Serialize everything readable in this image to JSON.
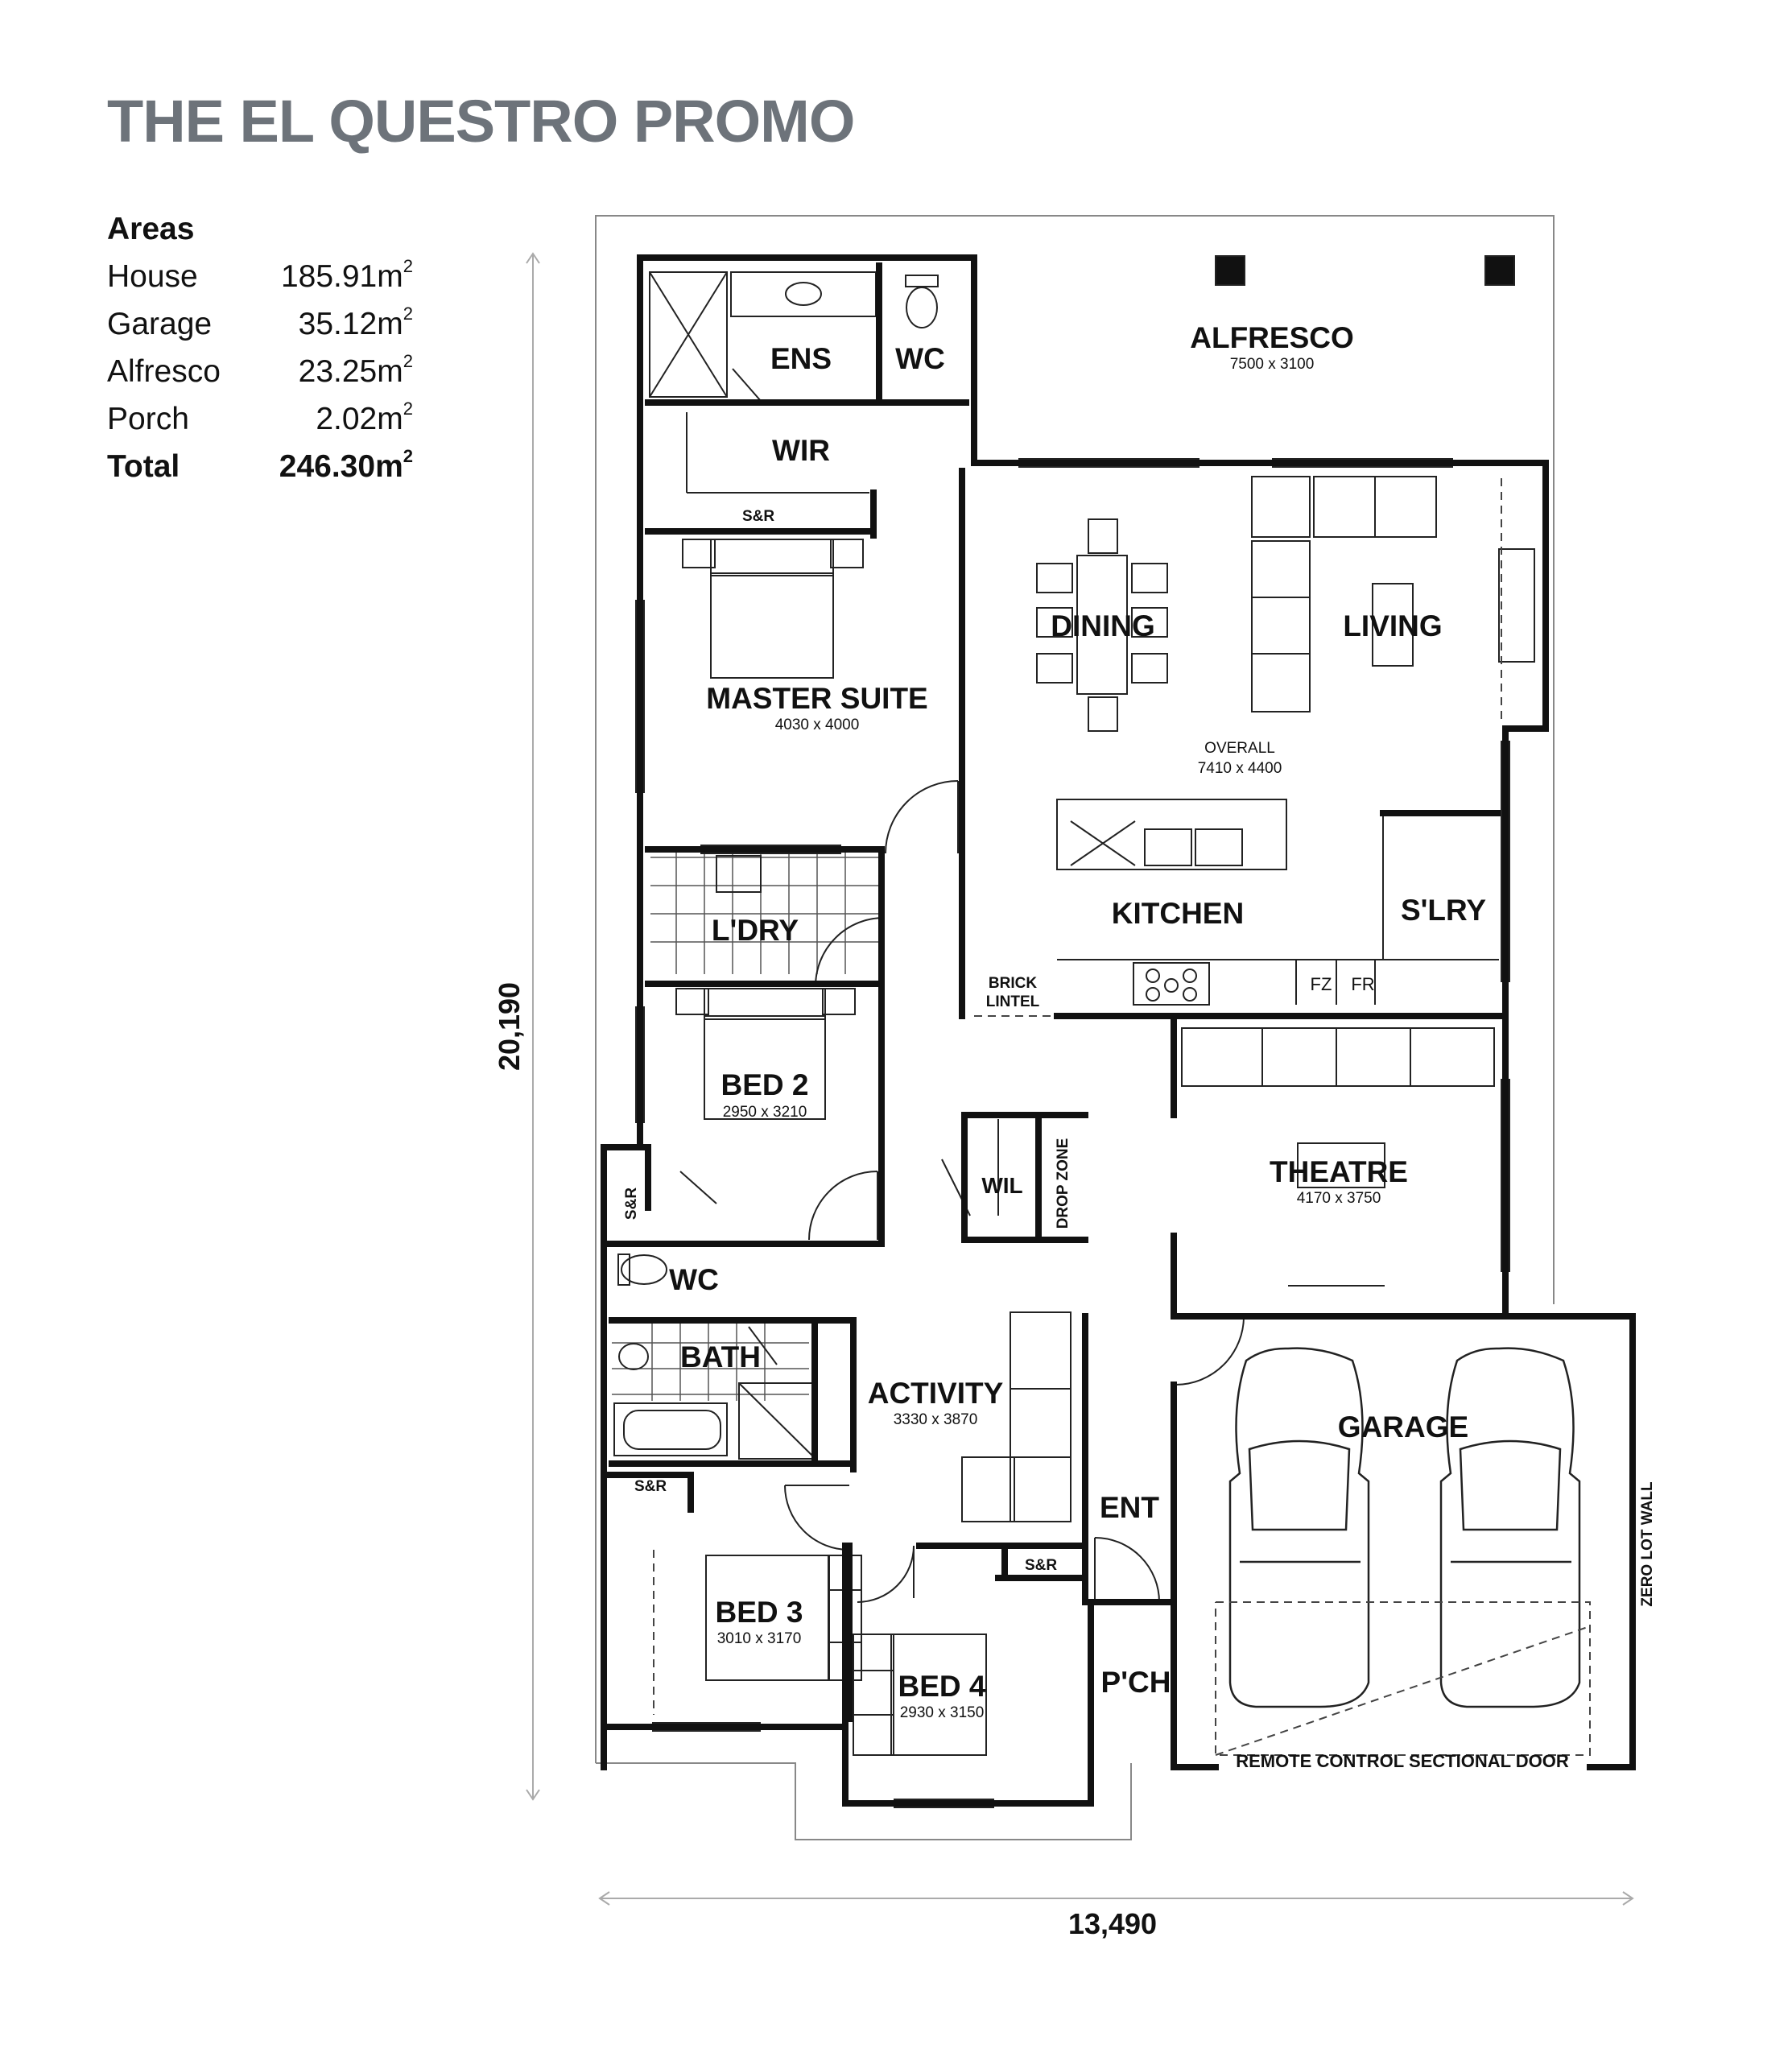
{
  "title": "THE EL QUESTRO PROMO",
  "areas": {
    "heading": "Areas",
    "unit": "m",
    "unit_exp": "2",
    "rows": [
      {
        "label": "House",
        "value": "185.91"
      },
      {
        "label": "Garage",
        "value": "35.12"
      },
      {
        "label": "Alfresco",
        "value": "23.25"
      },
      {
        "label": "Porch",
        "value": "2.02"
      }
    ],
    "total": {
      "label": "Total",
      "value": "246.30"
    }
  },
  "dimensions": {
    "width": "13,490",
    "depth": "20,190"
  },
  "rooms": {
    "alfresco": {
      "name": "ALFRESCO",
      "size": "7500 x 3100"
    },
    "ens": {
      "name": "ENS"
    },
    "wc_ens": {
      "name": "WC"
    },
    "wir": {
      "name": "WIR"
    },
    "sr_wir": {
      "name": "S&R"
    },
    "master": {
      "name": "MASTER SUITE",
      "size": "4030 x 4000"
    },
    "dining": {
      "name": "DINING"
    },
    "living": {
      "name": "LIVING"
    },
    "overall": {
      "label": "OVERALL",
      "size": "7410 x 4400"
    },
    "ldry": {
      "name": "L'DRY"
    },
    "kitchen": {
      "name": "KITCHEN"
    },
    "slry": {
      "name": "S'LRY"
    },
    "brick": {
      "line1": "BRICK",
      "line2": "LINTEL"
    },
    "fz": {
      "name": "FZ"
    },
    "fr": {
      "name": "FR"
    },
    "bed2": {
      "name": "BED 2",
      "size": "2950 x 3210"
    },
    "theatre": {
      "name": "THEATRE",
      "size": "4170 x 3750"
    },
    "sr_bed2": {
      "name": "S&R"
    },
    "wil": {
      "name": "WIL"
    },
    "dropzone": {
      "name": "DROP ZONE"
    },
    "wc2": {
      "name": "WC"
    },
    "bath": {
      "name": "BATH"
    },
    "activity": {
      "name": "ACTIVITY",
      "size": "3330 x 3870"
    },
    "garage": {
      "name": "GARAGE"
    },
    "zerolot": {
      "name": "ZERO LOT WALL"
    },
    "sr_bed3": {
      "name": "S&R"
    },
    "ent": {
      "name": "ENT"
    },
    "sr_bed4": {
      "name": "S&R"
    },
    "bed3": {
      "name": "BED 3",
      "size": "3010 x 3170"
    },
    "bed4": {
      "name": "BED 4",
      "size": "2930 x 3150"
    },
    "porch": {
      "name": "P'CH"
    },
    "garagedoor": {
      "name": "REMOTE CONTROL SECTIONAL DOOR"
    }
  }
}
